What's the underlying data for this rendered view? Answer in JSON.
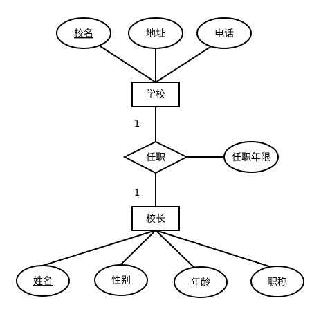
{
  "diagram": {
    "entities": {
      "school": "学校",
      "principal": "校长"
    },
    "relationship": {
      "name": "任职",
      "attribute": "任职年限",
      "cardinality_school": "1",
      "cardinality_principal": "1"
    },
    "school_attributes": {
      "name": "校名",
      "address": "地址",
      "phone": "电话"
    },
    "principal_attributes": {
      "name": "姓名",
      "gender": "性别",
      "age": "年龄",
      "title": "职称"
    },
    "primary_keys": [
      "校名",
      "姓名"
    ]
  }
}
